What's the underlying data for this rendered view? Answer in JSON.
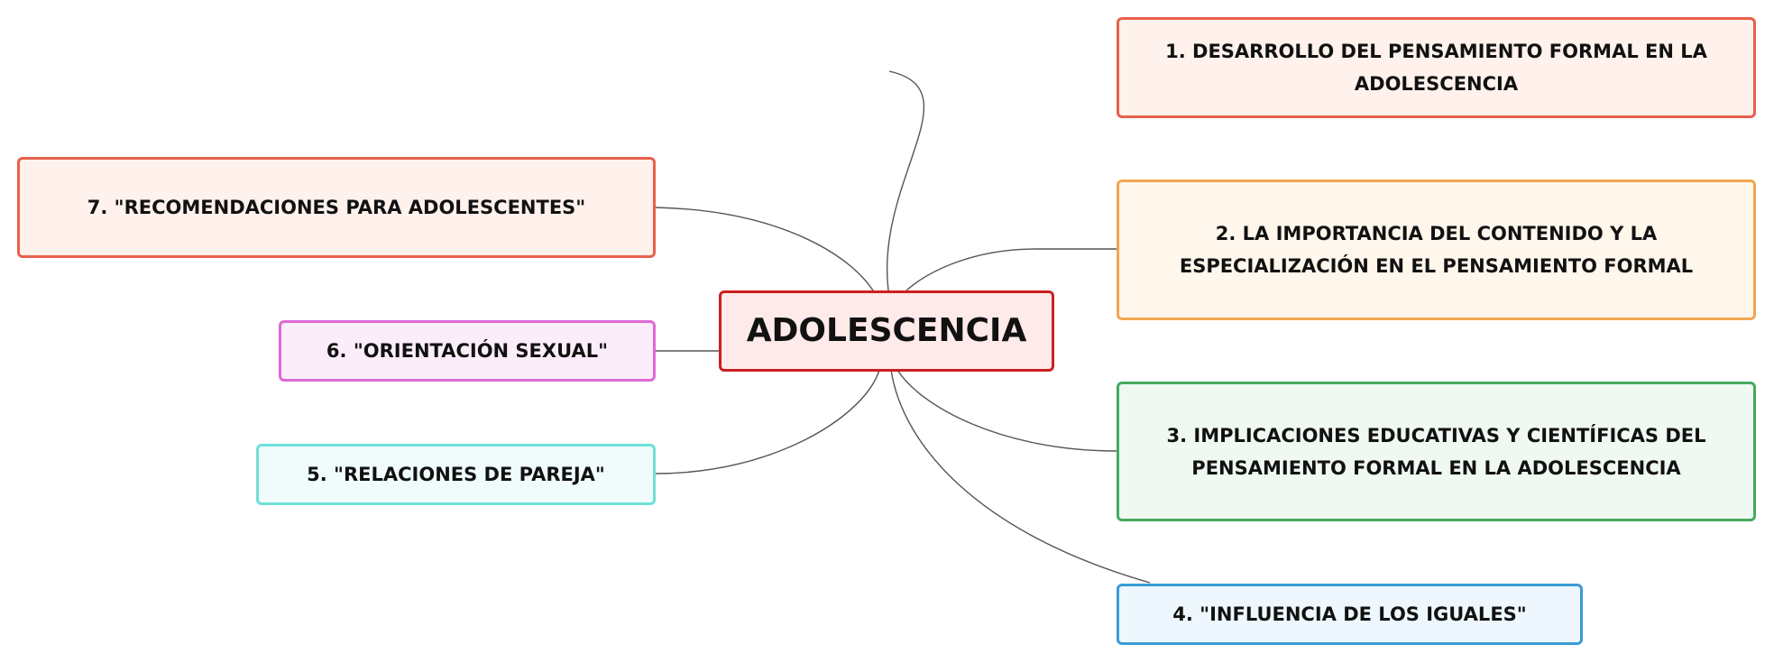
{
  "central": {
    "label": "ADOLESCENCIA",
    "border": "#cc1f1f",
    "fill": "#ffeaea"
  },
  "branches": [
    {
      "label": "1. DESARROLLO DEL PENSAMIENTO FORMAL EN LA ADOLESCENCIA",
      "border": "#e8604c",
      "fill": "#fff1ec"
    },
    {
      "label": "2. LA IMPORTANCIA DEL CONTENIDO Y LA ESPECIALIZACIÓN EN EL PENSAMIENTO FORMAL",
      "border": "#f2a650",
      "fill": "#fff6ec"
    },
    {
      "label": "3. IMPLICACIONES EDUCATIVAS Y CIENTÍFICAS DEL PENSAMIENTO FORMAL EN LA ADOLESCENCIA",
      "border": "#45aa5c",
      "fill": "#eff8f1"
    },
    {
      "label": "4. \"INFLUENCIA DE LOS IGUALES\"",
      "border": "#3a9bd6",
      "fill": "#edf7fd"
    },
    {
      "label": "5. \"RELACIONES DE PAREJA\"",
      "border": "#6fe0d7",
      "fill": "#effcfb"
    },
    {
      "label": "6. \"ORIENTACIÓN SEXUAL\"",
      "border": "#dd6ad6",
      "fill": "#fcedfb"
    },
    {
      "label": "7. \"RECOMENDACIONES PARA ADOLESCENTES\"",
      "border": "#e8604c",
      "fill": "#fff1ec"
    }
  ]
}
